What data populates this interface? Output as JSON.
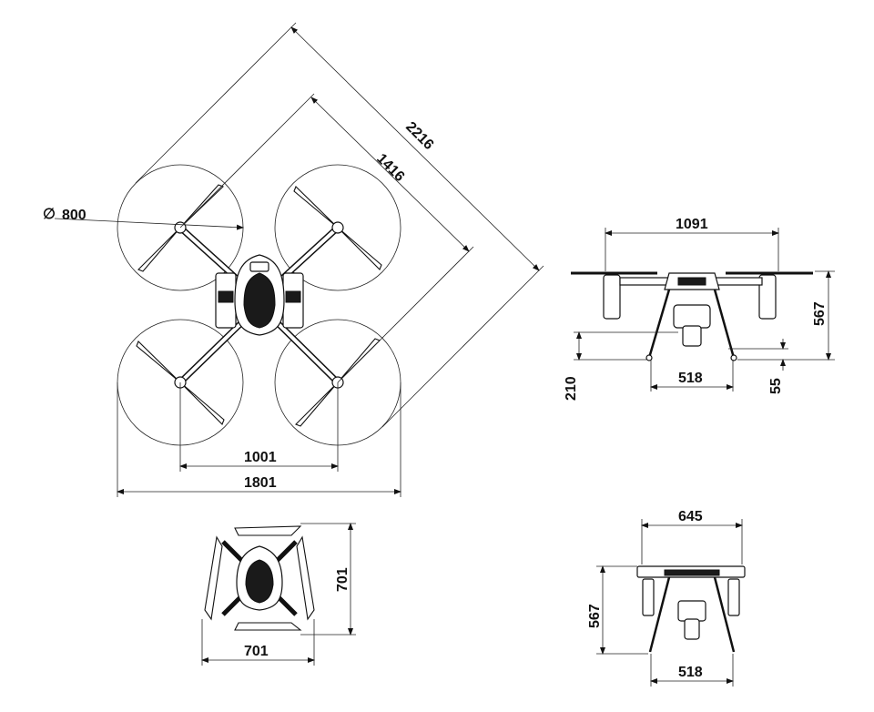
{
  "top_view": {
    "rotor_diameter": "800",
    "diameter_symbol": "∅",
    "diagonal_outer": "2216",
    "diagonal_motor": "1416",
    "motor_spacing": "1001",
    "overall_width": "1801"
  },
  "side_view": {
    "prop_span": "1091",
    "height": "567",
    "ground_clearance": "210",
    "leg_spacing": "518",
    "foot_height": "55"
  },
  "folded_top_view": {
    "width": "701",
    "depth": "701"
  },
  "folded_side_view": {
    "width": "645",
    "height": "567",
    "leg_spacing": "518"
  }
}
